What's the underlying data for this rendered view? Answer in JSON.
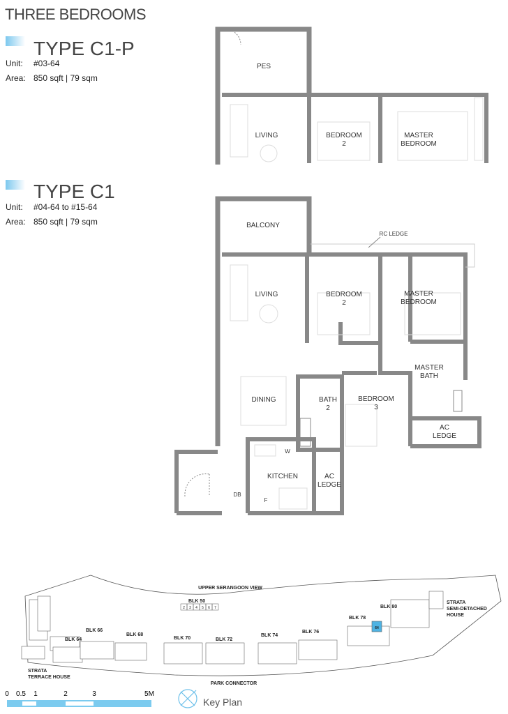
{
  "heading": "THREE BEDROOMS",
  "types": [
    {
      "name": "TYPE C1-P",
      "unit_label": "Unit:",
      "unit": "#03-64",
      "area_label": "Area:",
      "area": "850 sqft | 79 sqm"
    },
    {
      "name": "TYPE C1",
      "unit_label": "Unit:",
      "unit": "#04-64 to #15-64",
      "area_label": "Area:",
      "area": "850 sqft | 79 sqm"
    }
  ],
  "plan_c1p": {
    "rooms": [
      "PES",
      "LIVING",
      "BEDROOM",
      "2",
      "MASTER",
      "BEDROOM"
    ]
  },
  "plan_c1": {
    "rooms": {
      "balcony": "BALCONY",
      "rc_ledge": "RC LEDGE",
      "living": "LIVING",
      "bed2a": "BEDROOM",
      "bed2b": "2",
      "mastera": "MASTER",
      "masterb": "BEDROOM",
      "mbatha": "MASTER",
      "mbathb": "BATH",
      "dining": "DINING",
      "bath2a": "BATH",
      "bath2b": "2",
      "bed3a": "BEDROOM",
      "bed3b": "3",
      "acl1a": "AC",
      "acl1b": "LEDGE",
      "kitchen": "KITCHEN",
      "w": "W",
      "f": "F",
      "db": "DB",
      "acl2a": "AC",
      "acl2b": "LEDGE"
    }
  },
  "key_plan": {
    "title": "Key Plan",
    "roads": {
      "top": "UPPER SERANGOON VIEW",
      "bottom": "PARK CONNECTOR"
    },
    "blocks": [
      "BLK 50",
      "BLK 64",
      "BLK 66",
      "BLK 68",
      "BLK 70",
      "BLK 72",
      "BLK 74",
      "BLK 76",
      "BLK 78",
      "BLK 80"
    ],
    "blk50_units": [
      "2",
      "3",
      "4",
      "5",
      "6",
      "7"
    ],
    "highlight_unit": "64",
    "strata_terrace": [
      "STRATA",
      "TERRACE HOUSE"
    ],
    "strata_semi": [
      "STRATA",
      "SEMI-DETACHED",
      "HOUSE"
    ],
    "highlight_color": "#4fb3e3"
  },
  "scale": {
    "ticks": [
      "0",
      "0.5",
      "1",
      "2",
      "3",
      "5M"
    ],
    "color": "#7ccbef"
  }
}
